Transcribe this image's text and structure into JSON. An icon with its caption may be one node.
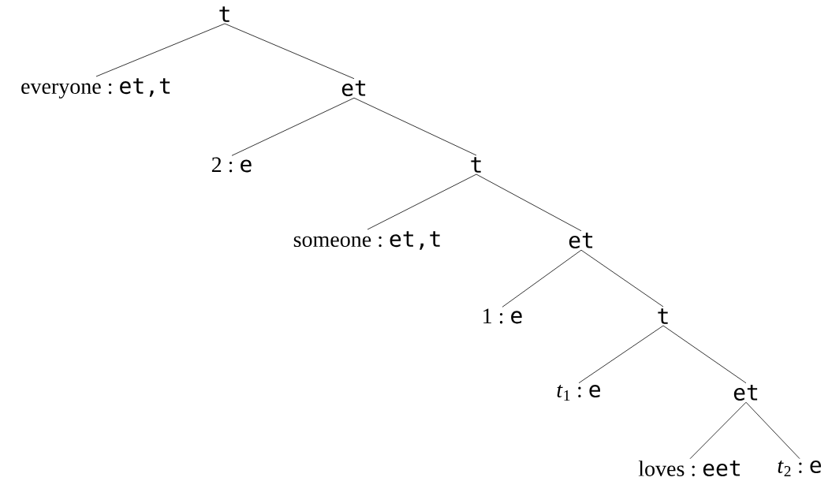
{
  "diagram": {
    "nodes": [
      {
        "text": [
          "t"
        ]
      },
      {
        "text": [
          "everyone :",
          "et,t"
        ]
      },
      {
        "text": [
          "et"
        ]
      },
      {
        "text": [
          "2 :",
          "e"
        ]
      },
      {
        "text": [
          "t"
        ]
      },
      {
        "text": [
          "someone :",
          "et,t"
        ]
      },
      {
        "text": [
          "et"
        ]
      },
      {
        "text": [
          "1 :",
          "e"
        ]
      },
      {
        "text": [
          "t"
        ]
      },
      {
        "text": [
          "*t*$_{1}$ :",
          "e"
        ]
      },
      {
        "text": [
          "et"
        ]
      },
      {
        "text": [
          "loves :",
          "eet"
        ]
      },
      {
        "text": [
          "*t*$_{2}$ :",
          "e"
        ]
      }
    ],
    "edges": [
      {
        "from": 0,
        "to": 1,
        "arrow": "none"
      },
      {
        "from": 0,
        "to": 2,
        "arrow": "none"
      },
      {
        "from": 2,
        "to": 3,
        "arrow": "none"
      },
      {
        "from": 2,
        "to": 4,
        "arrow": "none"
      },
      {
        "from": 4,
        "to": 5,
        "arrow": "none"
      },
      {
        "from": 4,
        "to": 6,
        "arrow": "none"
      },
      {
        "from": 6,
        "to": 7,
        "arrow": "none"
      },
      {
        "from": 6,
        "to": 8,
        "arrow": "none"
      },
      {
        "from": 8,
        "to": 9,
        "arrow": "none"
      },
      {
        "from": 8,
        "to": 10,
        "arrow": "none"
      },
      {
        "from": 10,
        "to": 11,
        "arrow": "none"
      },
      {
        "from": 10,
        "to": 12,
        "arrow": "none"
      }
    ]
  }
}
